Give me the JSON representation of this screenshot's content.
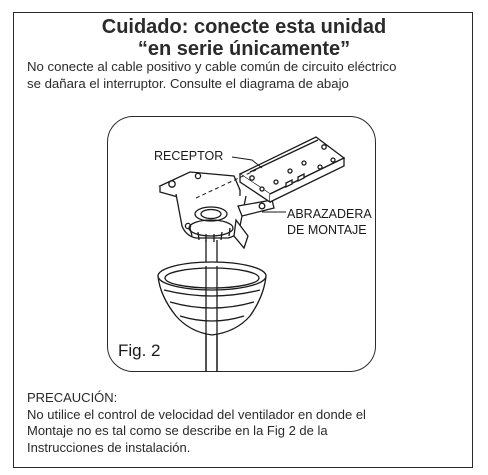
{
  "header": {
    "title_line1": "Cuidado: conecte esta unidad",
    "title_line2": "“en serie únicamente”"
  },
  "intro": {
    "line1": "No conecte al cable positivo y cable común de circuito eléctrico",
    "line2": "se dañara el interruptor. Consulte el diagrama de abajo"
  },
  "figure": {
    "callout_receptor": "RECEPTOR",
    "callout_abrazadera_line1": "ABRAZADERA",
    "callout_abrazadera_line2": "DE MONTAJE",
    "label": "Fig. 2"
  },
  "caution": {
    "heading": "PRECAUCIÓN:",
    "line1": "No utilice el control de velocidad del ventilador en donde el",
    "line2": "Montaje no es tal como se describe en la Fig 2 de la",
    "line3": "Instrucciones de instalación."
  }
}
